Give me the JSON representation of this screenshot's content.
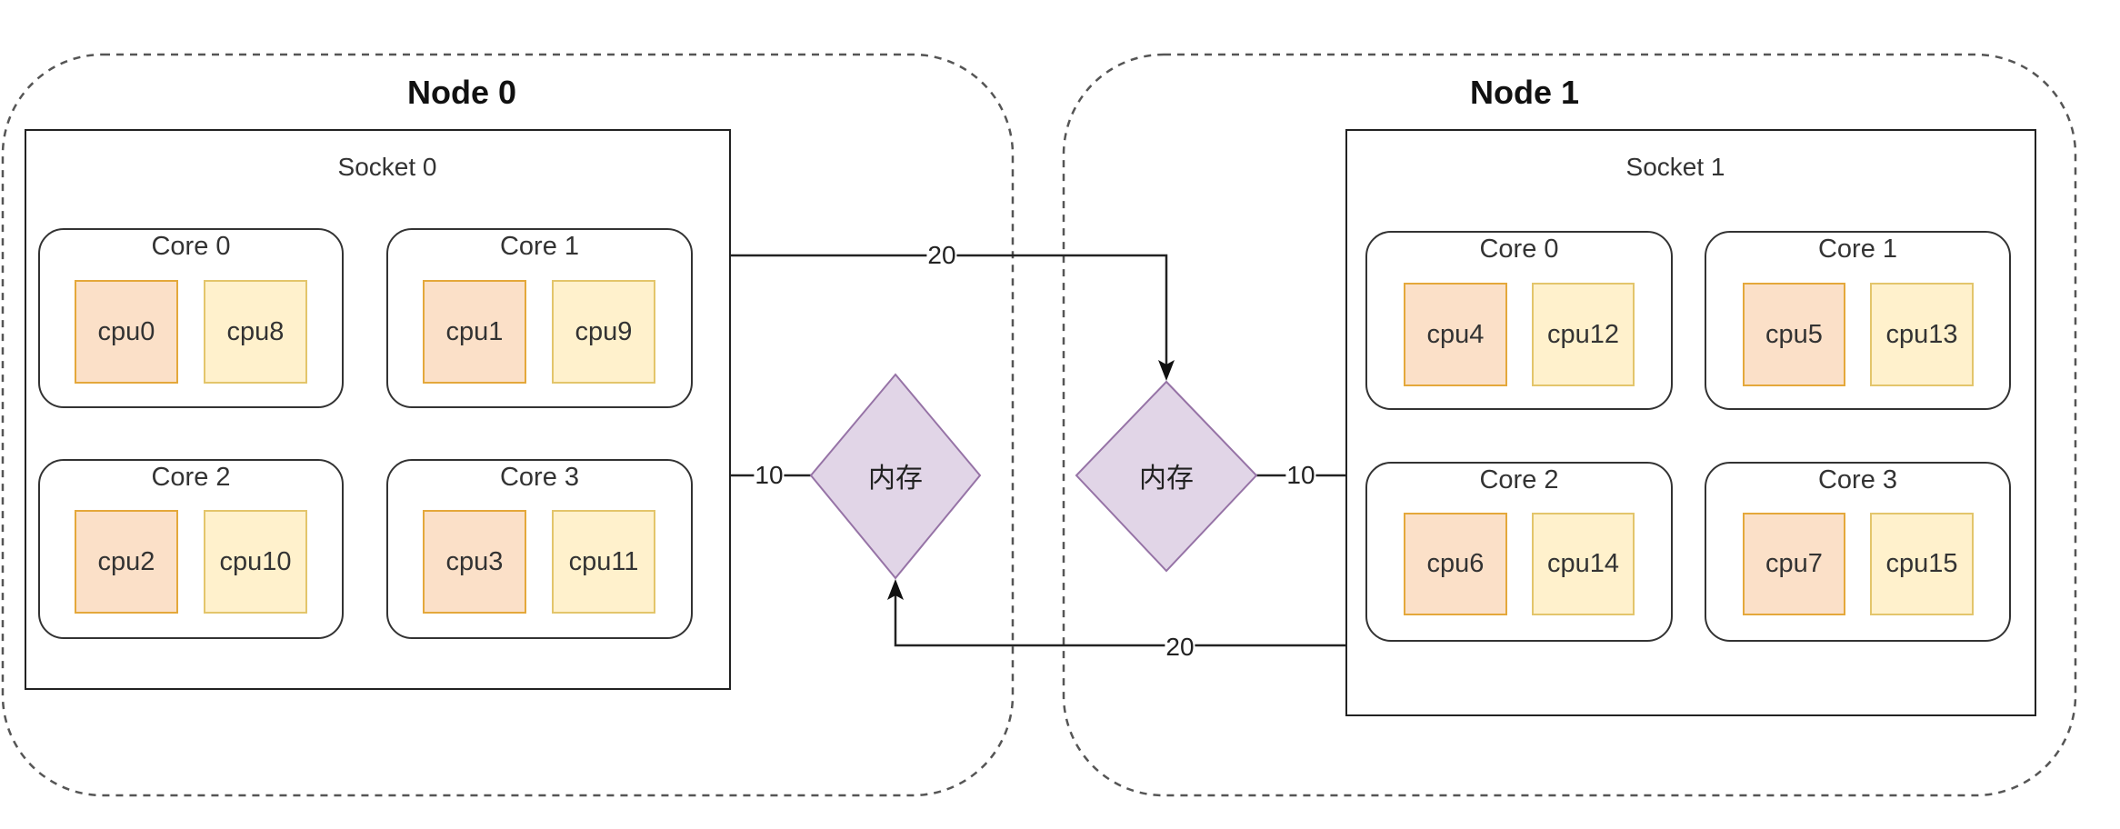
{
  "diagram": {
    "nodes": [
      {
        "title": "Node 0",
        "socket": {
          "label": "Socket 0",
          "cores": [
            {
              "label": "Core 0",
              "cpus": [
                "cpu0",
                "cpu8"
              ]
            },
            {
              "label": "Core 1",
              "cpus": [
                "cpu1",
                "cpu9"
              ]
            },
            {
              "label": "Core 2",
              "cpus": [
                "cpu2",
                "cpu10"
              ]
            },
            {
              "label": "Core 3",
              "cpus": [
                "cpu3",
                "cpu11"
              ]
            }
          ]
        },
        "memory": {
          "label": "内存"
        }
      },
      {
        "title": "Node 1",
        "socket": {
          "label": "Socket 1",
          "cores": [
            {
              "label": "Core 0",
              "cpus": [
                "cpu4",
                "cpu12"
              ]
            },
            {
              "label": "Core 1",
              "cpus": [
                "cpu5",
                "cpu13"
              ]
            },
            {
              "label": "Core 2",
              "cpus": [
                "cpu6",
                "cpu14"
              ]
            },
            {
              "label": "Core 3",
              "cpus": [
                "cpu7",
                "cpu15"
              ]
            }
          ]
        },
        "memory": {
          "label": "内存"
        }
      }
    ],
    "edges": [
      {
        "from": "Socket 0",
        "to": "Node 1 内存",
        "label": "20",
        "directed": true
      },
      {
        "from": "Socket 1",
        "to": "Node 0 内存",
        "label": "20",
        "directed": true
      },
      {
        "from": "Socket 0",
        "to": "Node 0 内存",
        "label": "10",
        "directed": false
      },
      {
        "from": "Socket 1",
        "to": "Node 1 内存",
        "label": "10",
        "directed": false
      }
    ],
    "colors": {
      "primary_cpu_fill": "#fbe0c8",
      "primary_cpu_stroke": "#e4a83b",
      "sibling_cpu_fill": "#fff1cc",
      "sibling_cpu_stroke": "#e3c56b",
      "memory_fill": "#e1d5e7",
      "memory_stroke": "#9673a6"
    }
  }
}
